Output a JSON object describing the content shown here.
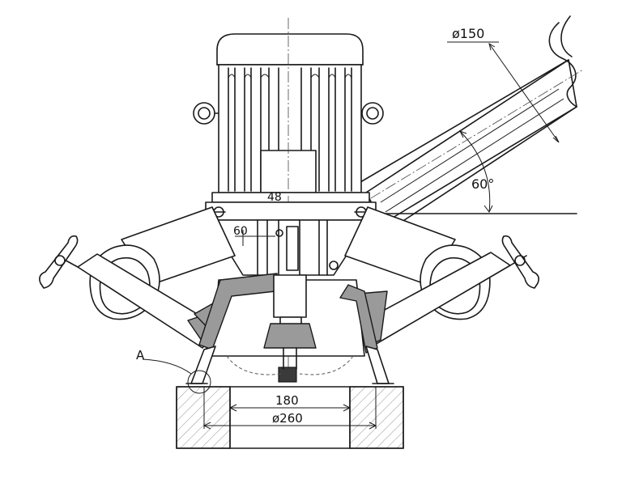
{
  "labels": {
    "pipe_diameter": "ø150",
    "angle": "60°",
    "offset_top": "48",
    "offset_left": "60",
    "detail_marker": "A",
    "base_width": "180",
    "base_diameter": "ø260"
  }
}
